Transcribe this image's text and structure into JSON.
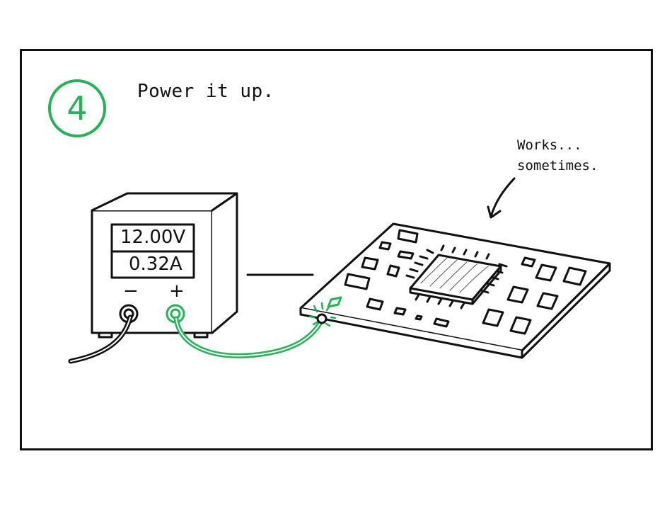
{
  "panel": {
    "step_number": "4",
    "title": "Power it up.",
    "annotation_line1": "Works...",
    "annotation_line2": "sometimes."
  },
  "power_supply": {
    "voltage_display": "12.00V",
    "current_display": "0.32A",
    "negative_label": "−",
    "positive_label": "+"
  },
  "colors": {
    "accent": "#22b455",
    "ink": "#111111",
    "background": "#ffffff"
  }
}
